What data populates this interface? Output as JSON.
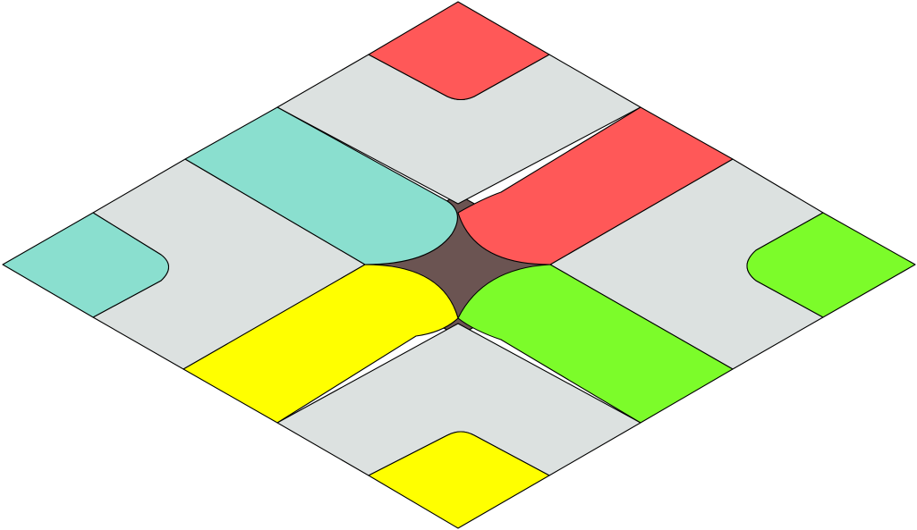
{
  "board": {
    "colors": {
      "background": "#ffffff",
      "outline": "#000000",
      "center": "#6b5452",
      "gray": "#dce1e0",
      "teal": "#8adfcf",
      "red": "#ff5858",
      "yellow": "#ffff00",
      "green": "#7cfc2a"
    },
    "tiles": [
      {
        "id": "top-corner",
        "color": "red"
      },
      {
        "id": "top-arc",
        "color": "gray"
      },
      {
        "id": "upper-left-band",
        "color": "teal"
      },
      {
        "id": "upper-right-band",
        "color": "red"
      },
      {
        "id": "left-arc",
        "color": "gray"
      },
      {
        "id": "left-corner",
        "color": "teal"
      },
      {
        "id": "right-arc",
        "color": "gray"
      },
      {
        "id": "right-corner",
        "color": "green"
      },
      {
        "id": "lower-left-band",
        "color": "yellow"
      },
      {
        "id": "lower-right-band",
        "color": "green"
      },
      {
        "id": "bottom-arc",
        "color": "gray"
      },
      {
        "id": "bottom-corner",
        "color": "yellow"
      }
    ]
  }
}
